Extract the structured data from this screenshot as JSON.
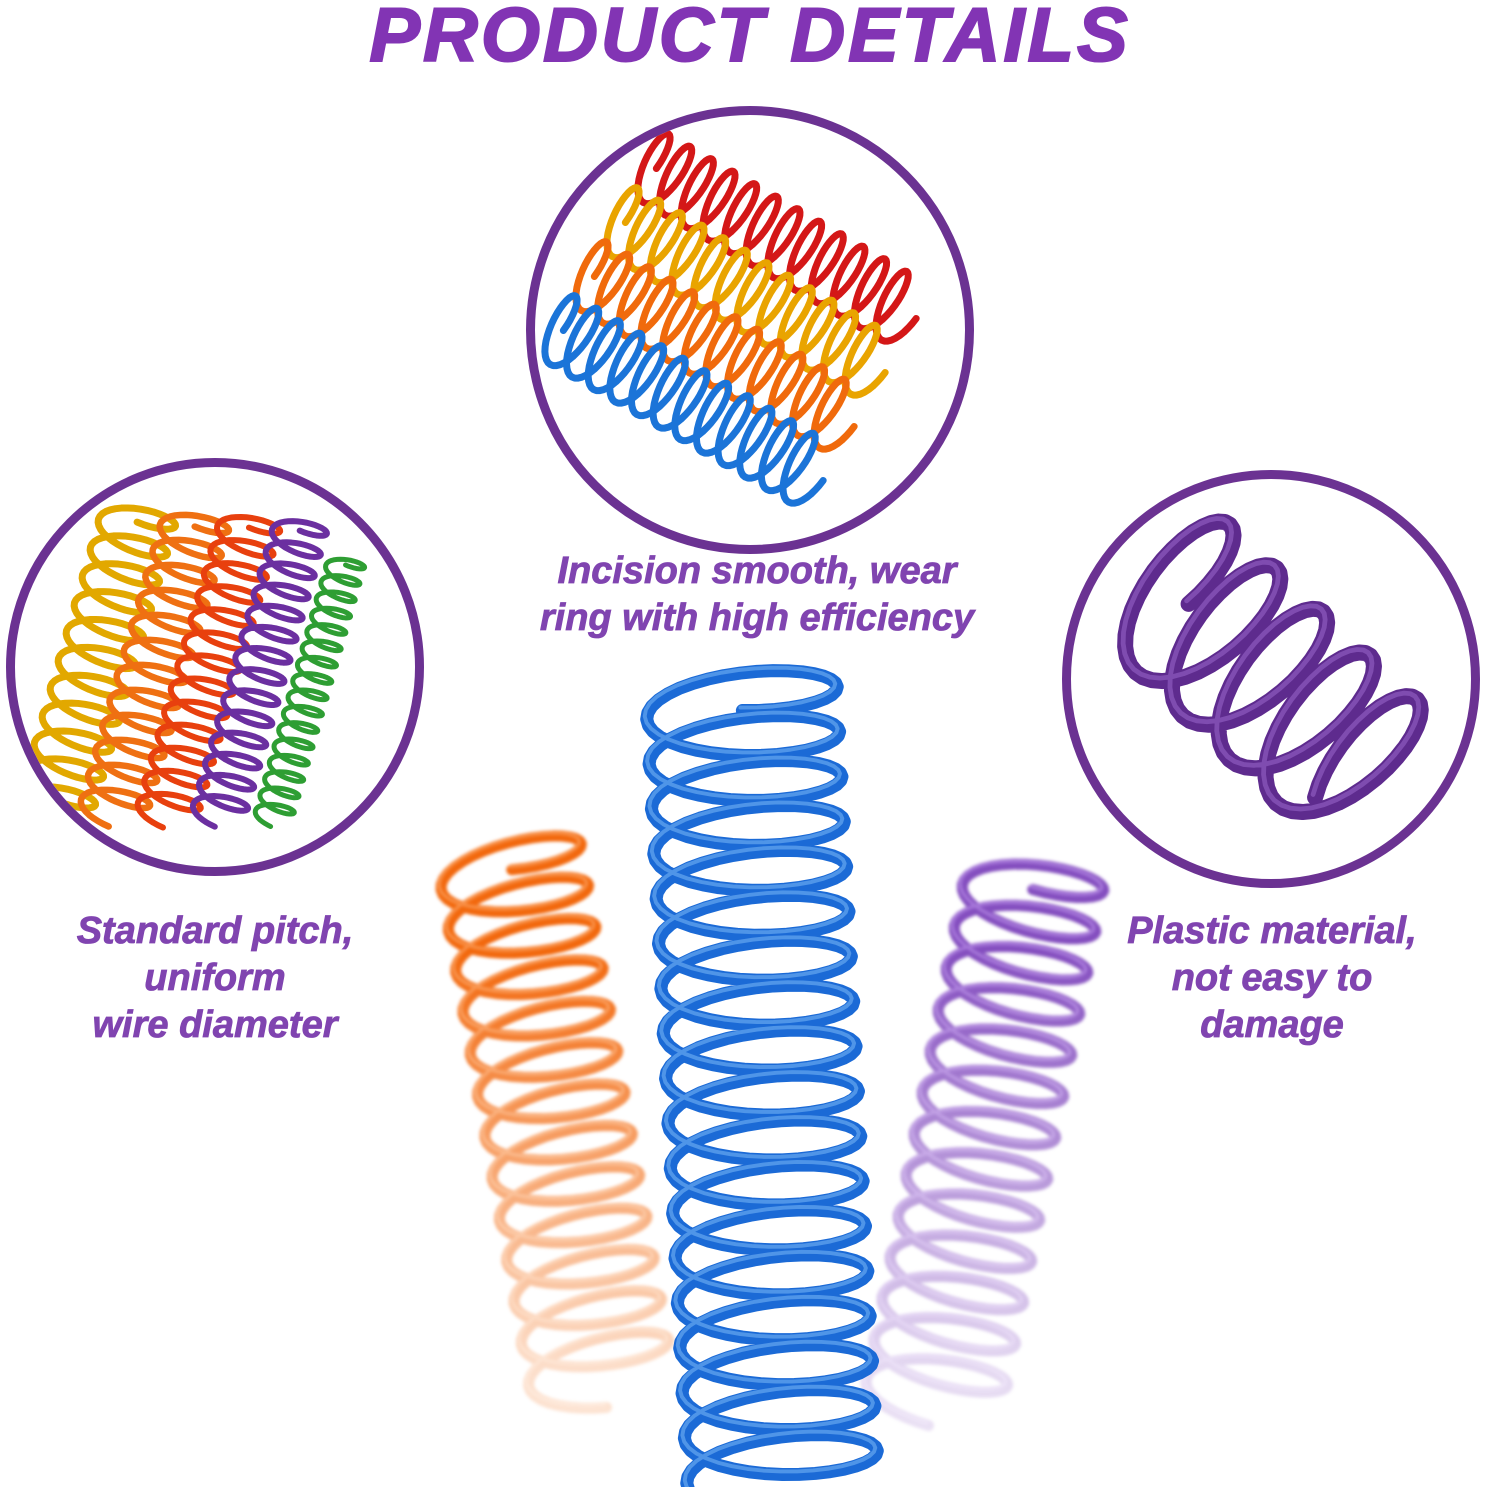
{
  "title": "PRODUCT DETAILS",
  "colors": {
    "title": "#8234b4",
    "caption": "#8044b0",
    "circle_border": "#6b3292"
  },
  "features": [
    {
      "name": "incision-smooth",
      "caption_lines": [
        "Incision smooth, wear",
        "ring with high efficiency"
      ],
      "coil_colors": [
        "#d41717",
        "#e9a400",
        "#f06a0c",
        "#1b74d8"
      ]
    },
    {
      "name": "standard-pitch",
      "caption_lines": [
        "Standard pitch,",
        "uniform",
        "wire diameter"
      ],
      "coil_colors": [
        "#e2a800",
        "#ef7012",
        "#e8400e",
        "#6b2fa0",
        "#2e9e33"
      ]
    },
    {
      "name": "plastic-material",
      "caption_lines": [
        "Plastic material,",
        "not easy to",
        "damage"
      ],
      "coil_colors": [
        "#5e2b8e"
      ]
    }
  ],
  "main_coils": [
    {
      "name": "orange-spiral",
      "color": "#f2680d"
    },
    {
      "name": "blue-spiral",
      "color": "#1b6ad6"
    },
    {
      "name": "purple-spiral",
      "color": "#7a3fba"
    }
  ]
}
